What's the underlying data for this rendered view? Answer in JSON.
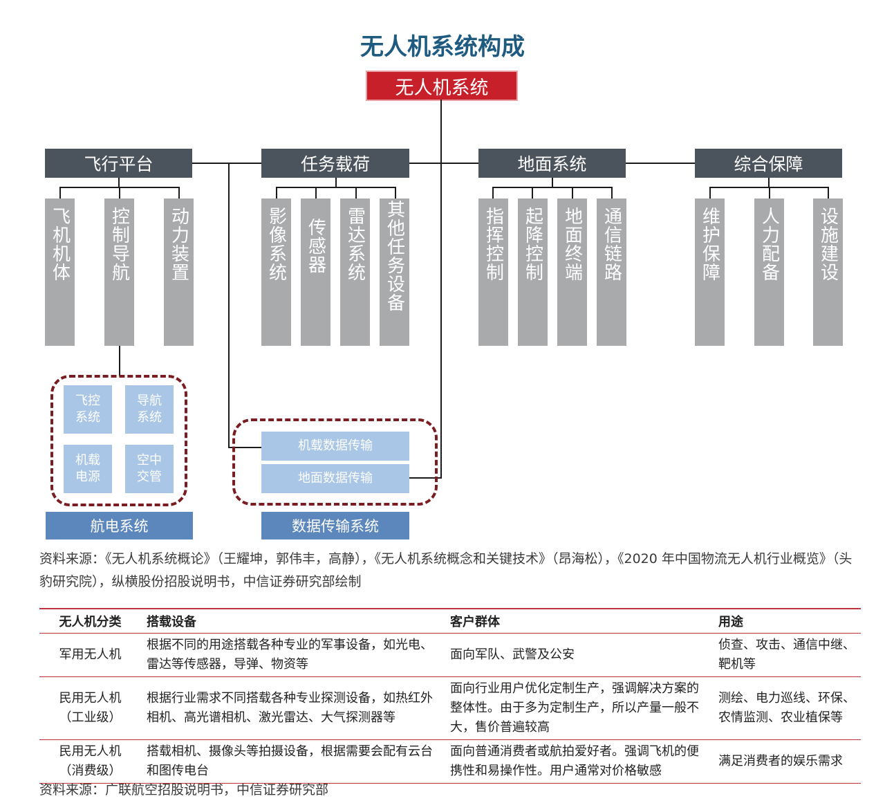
{
  "title": "无人机系统构成",
  "root": "无人机系统",
  "categories": [
    {
      "label": "飞行平台",
      "children": [
        "飞机机体",
        "控制导航",
        "动力装置"
      ]
    },
    {
      "label": "任务载荷",
      "children": [
        "影像系统",
        "传感器",
        "雷达系统",
        "其他任务设备"
      ]
    },
    {
      "label": "地面系统",
      "children": [
        "指挥控制",
        "起降控制",
        "地面终端",
        "通信链路"
      ]
    },
    {
      "label": "综合保障",
      "children": [
        "维护保障",
        "人力配备",
        "设施建设"
      ]
    }
  ],
  "avionics": {
    "items": [
      "飞控\n系统",
      "导航\n系统",
      "机载\n电源",
      "空中\n交管"
    ],
    "label": "航电系统"
  },
  "datalink": {
    "items": [
      "机载数据传输",
      "地面数据传输"
    ],
    "label": "数据传输系统"
  },
  "source1": "资料来源：《无人机系统概论》（王耀坤，郭伟丰，高静），《无人机系统概念和关键技术》（昂海松），《2020 年中国物流无人机行业概览》（头豹研究院），纵横股份招股说明书，中信证券研究部绘制",
  "table": {
    "headers": [
      "无人机分类",
      "搭载设备",
      "客户群体",
      "用途"
    ],
    "rows": [
      [
        "军用无人机",
        "根据不同的用途搭载各种专业的军事设备，如光电、雷达等传感器，导弹、物资等",
        "面向军队、武警及公安",
        "侦查、攻击、通信中继、靶机等"
      ],
      [
        "民用无人机\n（工业级）",
        "根据行业需求不同搭载各种专业探测设备，如热红外相机、高光谱相机、激光雷达、大气探测器等",
        "面向行业用户优化定制生产，强调解决方案的整体性。由于多为定制生产，所以产量一般不大，售价普遍较高",
        "测绘、电力巡线、环保、农情监测、农业植保等"
      ],
      [
        "民用无人机\n（消费级）",
        "搭载相机、摄像头等拍摄设备，根据需要会配有云台和图传电台",
        "面向普通消费者或航拍爱好者。强调飞机的便携性和易操作性。用户通常对价格敏感",
        "满足消费者的娱乐需求"
      ]
    ]
  },
  "source2": "资料来源：广联航空招股说明书，中信证券研究部"
}
